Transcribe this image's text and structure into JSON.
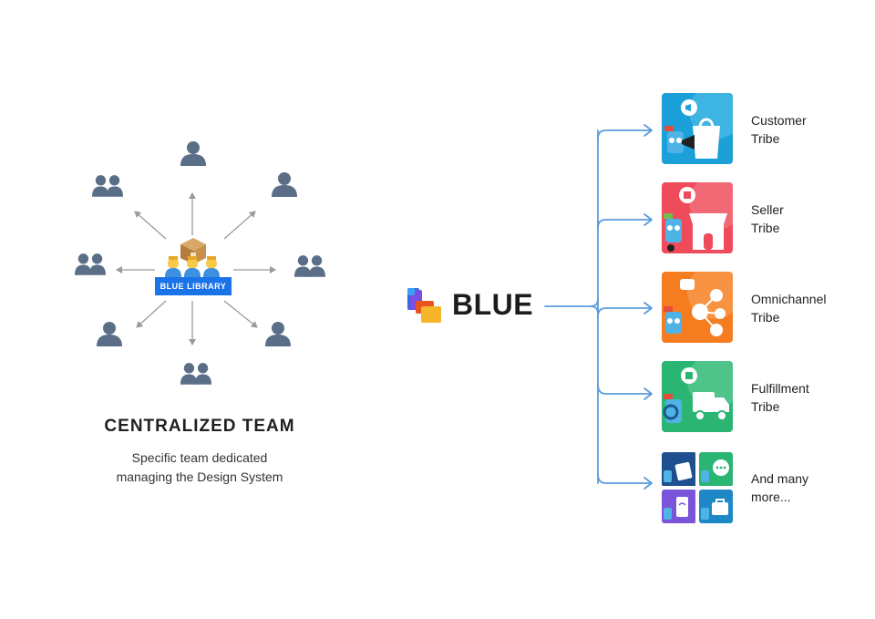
{
  "central": {
    "badge_label": "BLUE LIBRARY",
    "title": "CENTRALIZED TEAM",
    "subtitle_line1": "Specific team dedicated",
    "subtitle_line2": "managing the Design System"
  },
  "brand": {
    "name": "BLUE",
    "colors": {
      "accent": "#1a73e8",
      "connector": "#5b9bdd",
      "user_icon": "#5a6f87"
    }
  },
  "tribes": [
    {
      "line1": "Customer",
      "line2": "Tribe",
      "color": "#1ba0d8",
      "icon": "shopping-bag-icon"
    },
    {
      "line1": "Seller",
      "line2": "Tribe",
      "color": "#ef4b5a",
      "icon": "store-icon"
    },
    {
      "line1": "Omnichannel",
      "line2": "Tribe",
      "color": "#f57c1f",
      "icon": "network-icon"
    },
    {
      "line1": "Fulfillment",
      "line2": "Tribe",
      "color": "#2bb573",
      "icon": "truck-icon"
    },
    {
      "line1": "And many",
      "line2": "more...",
      "color": "#1e88c7",
      "icon": "app-grid-icon"
    }
  ]
}
